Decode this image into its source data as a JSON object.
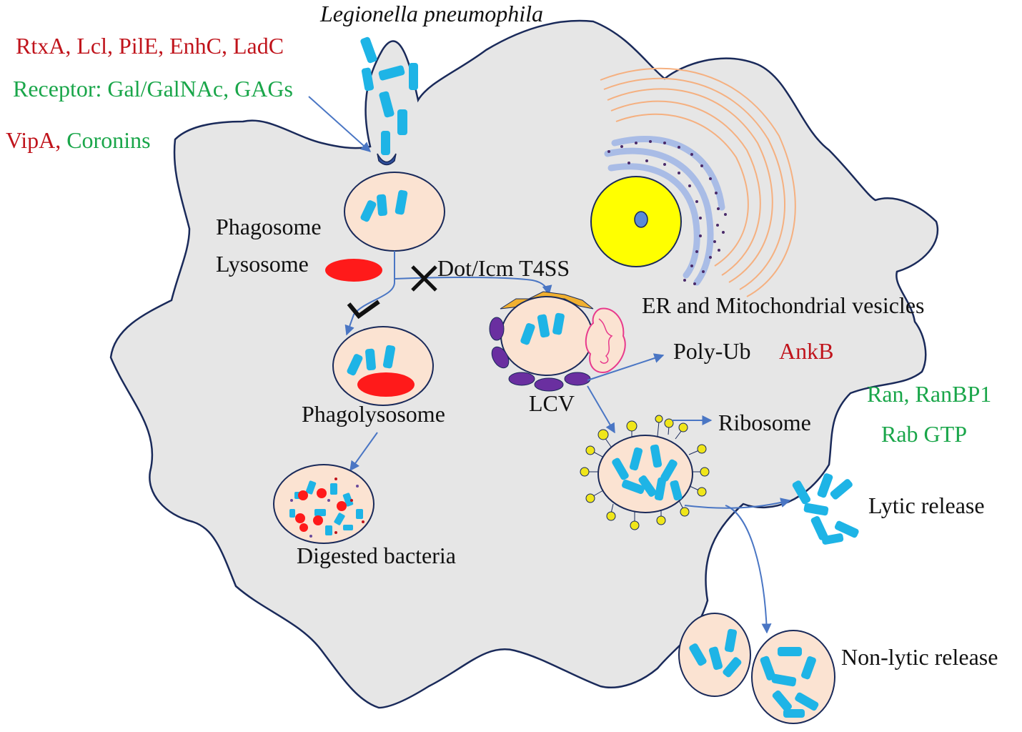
{
  "title": "Legionella pneumophila",
  "factors": {
    "line1": "RtxA, Lcl, PilE, EnhC, LadC",
    "line2": "Receptor: Gal/GalNAc, GAGs",
    "line3_red": "VipA,",
    "line3_green": "Coronins"
  },
  "labels": {
    "phagosome": "Phagosome",
    "lysosome": "Lysosome",
    "dot_icm": "Dot/Icm T4SS",
    "er_mito": "ER and Mitochondrial vesicles",
    "poly_ub": "Poly-Ub",
    "ankb": "AnkB",
    "lcv": "LCV",
    "phagolysosome": "Phagolysosome",
    "ribosome": "Ribosome",
    "ran": "Ran, RanBP1",
    "rab": "Rab GTP",
    "digested": "Digested bacteria",
    "lytic": "Lytic release",
    "nonlytic": "Non-lytic release"
  },
  "colors": {
    "cell_fill": "#e6e6e6",
    "cell_outline": "#1a2a5a",
    "bacteria": "#1eb4e6",
    "vacuole": "#fbe3d2",
    "lysosome": "#ff1a1a",
    "arrow": "#4a76c4",
    "nucleus": "#ffff00",
    "nucleolus": "#5a8ad8",
    "golgi": "#f5b080",
    "er_band": "#a9bce6",
    "ribosome_bead": "#f0e61a",
    "red_text": "#c0141c",
    "green_text": "#1aa64a"
  }
}
